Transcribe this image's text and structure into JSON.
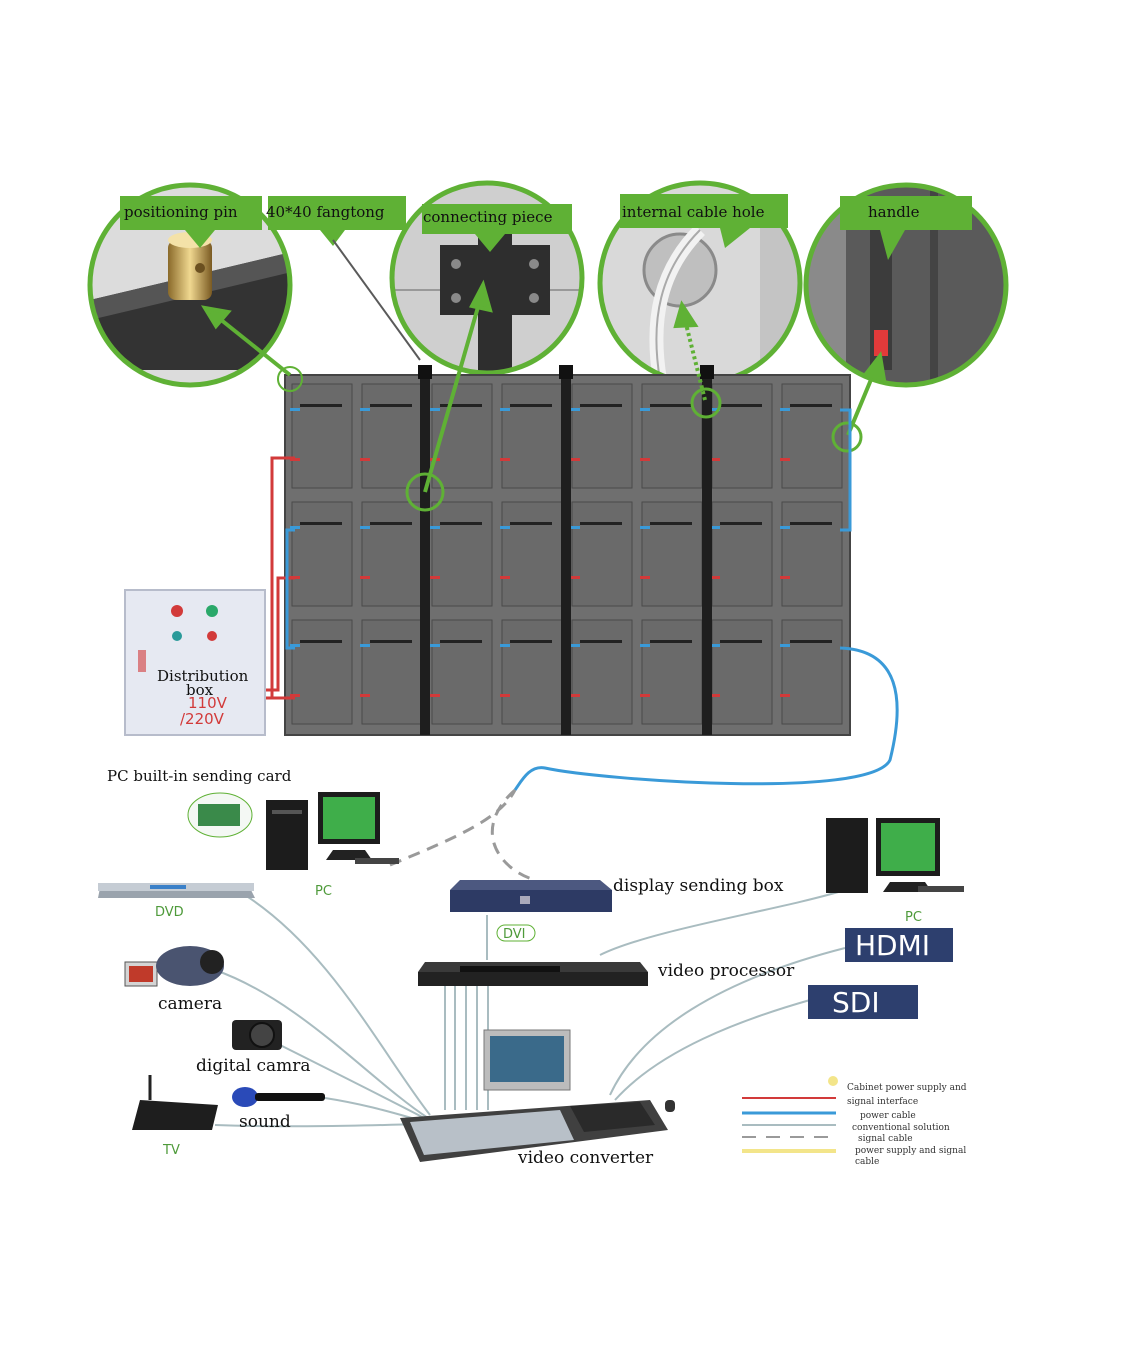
{
  "callouts": {
    "positioning_pin": "positioning pin",
    "fangtong": "40*40 fangtong",
    "connecting_piece": "connecting piece",
    "cable_hole": "internal cable hole",
    "handle": "handle"
  },
  "distribution_box": {
    "line1": "Distribution",
    "line2": "box",
    "voltage1": "110V",
    "voltage2": "/220V"
  },
  "devices": {
    "pc_card_label": "PC built-in sending card",
    "pc_left": "PC",
    "pc_right": "PC",
    "dvd": "DVD",
    "camera": "camera",
    "digital_camera": "digital camra",
    "tv": "TV",
    "sound": "sound",
    "sending_box": "display sending box",
    "dvi": "DVI",
    "video_processor": "video processor",
    "video_converter": "video converter",
    "hdmi": "HDMI",
    "sdi": "SDI"
  },
  "legend": {
    "item1_line1": "Cabinet power supply and",
    "item1_line2": "signal interface",
    "item2": "power cable",
    "item3_line1": "conventional solution",
    "item3_line2": "signal cable",
    "item4_line1": "power supply and signal",
    "item4_line2": "cable"
  },
  "colors": {
    "green": "#5fb135",
    "cabinet": "#6f6f6f",
    "power_cable": "#d23a3a",
    "signal_cable": "#3a9ad8",
    "hdmi_box": "#2d3f6e",
    "legend_yellow": "#f3e58a"
  }
}
